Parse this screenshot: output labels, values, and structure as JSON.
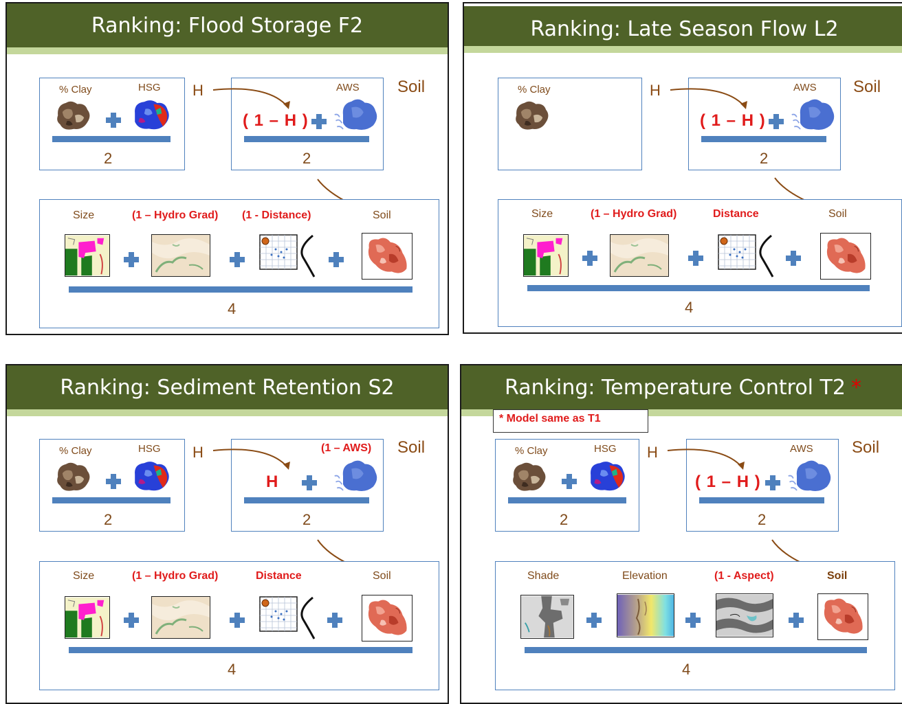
{
  "panels": [
    {
      "title": "Ranking:  Flood Storage F2",
      "clay_label": "% Clay",
      "hsg_label": "HSG",
      "h_label": "H",
      "aws_label": "AWS",
      "soil_label": "Soil",
      "formula": "( 1 – H )",
      "top_left_num": "2",
      "top_right_num": "2",
      "bottom": {
        "c1": "Size",
        "c2": "(1 – Hydro Grad)",
        "c3": "(1 - Distance)",
        "c4": "Soil",
        "num": "4"
      }
    },
    {
      "title": "Ranking:  Late Season Flow L2",
      "clay_label": "% Clay",
      "h_label": "H",
      "aws_label": "AWS",
      "soil_label": "Soil",
      "formula": "( 1 – H )",
      "top_right_num": "2",
      "bottom": {
        "c1": "Size",
        "c2": "(1 – Hydro Grad)",
        "c3": "Distance",
        "c4": "Soil",
        "num": "4"
      }
    },
    {
      "title": "Ranking:  Sediment Retention S2",
      "clay_label": "% Clay",
      "hsg_label": "HSG",
      "h_label": "H",
      "aws_label": "(1 – AWS)",
      "soil_label": "Soil",
      "formula": "H",
      "top_left_num": "2",
      "top_right_num": "2",
      "bottom": {
        "c1": "Size",
        "c2": "(1 – Hydro Grad)",
        "c3": "Distance",
        "c4": "Soil",
        "num": "4"
      }
    },
    {
      "title": "Ranking:  Temperature Control T2",
      "title_star": "*",
      "note": "*  Model same as T1",
      "clay_label": "% Clay",
      "hsg_label": "HSG",
      "h_label": "H",
      "aws_label": "AWS",
      "soil_label": "Soil",
      "formula": "( 1 – H )",
      "top_left_num": "2",
      "top_right_num": "2",
      "bottom": {
        "c1": "Shade",
        "c2": "Elevation",
        "c3": "(1 - Aspect)",
        "c4": "Soil",
        "num": "4"
      }
    }
  ],
  "icons": {
    "clay": "clay-map-icon",
    "hsg": "hsg-map-icon",
    "aws": "aws-map-icon",
    "size": "size-map-icon",
    "hydro": "hydro-grad-map-icon",
    "distance": "distance-grid-icon",
    "soil": "soil-map-icon",
    "shade": "shade-map-icon",
    "elevation": "elevation-map-icon",
    "aspect": "aspect-map-icon"
  },
  "colors": {
    "title_bg": "#4f6228",
    "strip": "#c4d79b",
    "accent_blue": "#4f81bd",
    "label_brown": "#7f4a1a",
    "red": "#e01b1b"
  }
}
